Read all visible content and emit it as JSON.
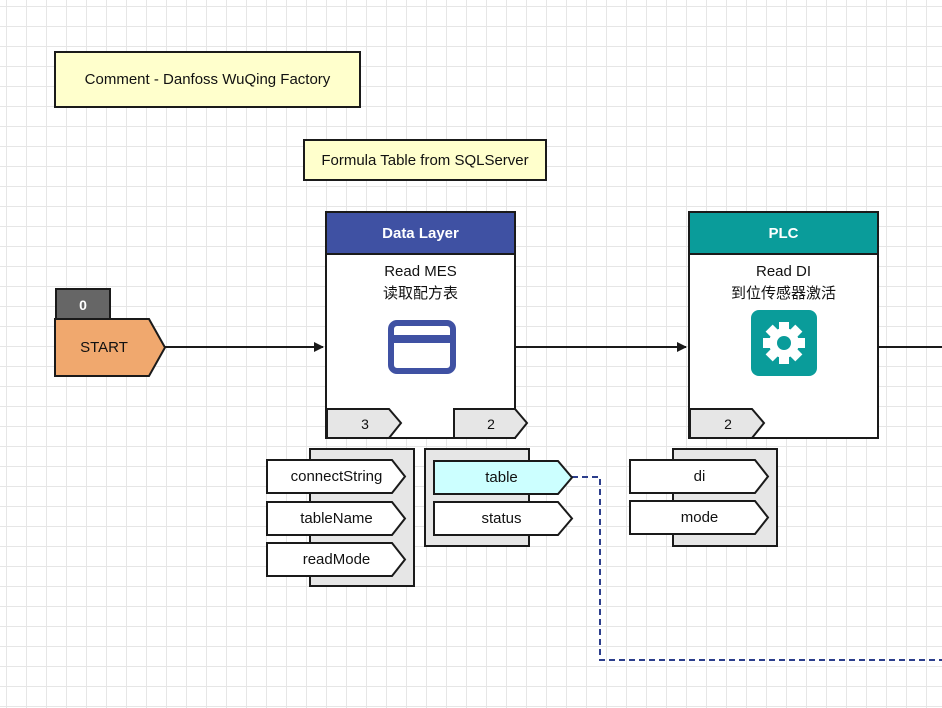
{
  "comments": [
    {
      "text": "Comment - Danfoss WuQing Factory"
    },
    {
      "text": "Formula Table from SQLServer"
    }
  ],
  "start": {
    "index": "0",
    "label": "START"
  },
  "data_node": {
    "header": "Data Layer",
    "header_color": "#3f51a3",
    "title_line1": "Read MES",
    "title_line2": "读取配方表",
    "icon": "card-icon",
    "input_count": "3",
    "output_count": "2",
    "inputs": [
      "connectString",
      "tableName",
      "readMode"
    ],
    "outputs": [
      "table",
      "status"
    ]
  },
  "plc_node": {
    "header": "PLC",
    "header_color": "#0a9c9a",
    "title_line1": "Read DI",
    "title_line2": "到位传感器激活",
    "icon": "gear-icon",
    "input_count": "2",
    "inputs": [
      "di",
      "mode"
    ]
  },
  "colors": {
    "start_fill": "#f0a86e",
    "start_index_fill": "#666666",
    "highlight_param": "#ccffff",
    "dashed_link": "#2c3e8c"
  }
}
